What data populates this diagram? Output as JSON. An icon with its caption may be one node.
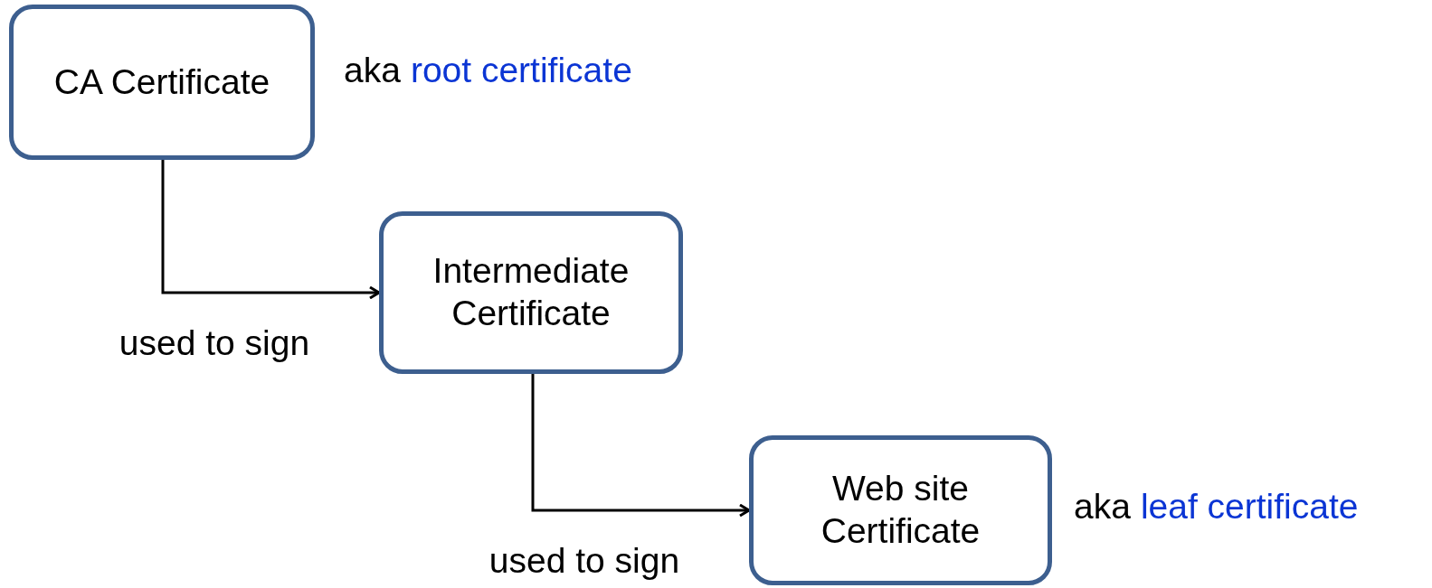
{
  "diagram": {
    "nodes": [
      {
        "text": [
          "CA Certificate"
        ],
        "beside": [
          "aka",
          "root certificate"
        ]
      },
      {
        "text": [
          "Intermediate Certificate"
        ]
      },
      {
        "text": [
          "Web site Certificate"
        ],
        "beside": [
          "aka",
          "leaf certificate"
        ]
      }
    ],
    "edges": [
      {
        "from": 0,
        "to": 1,
        "arrow": "to",
        "label": "used to sign"
      },
      {
        "from": 1,
        "to": 2,
        "arrow": "to",
        "label": "used to sign"
      }
    ]
  }
}
